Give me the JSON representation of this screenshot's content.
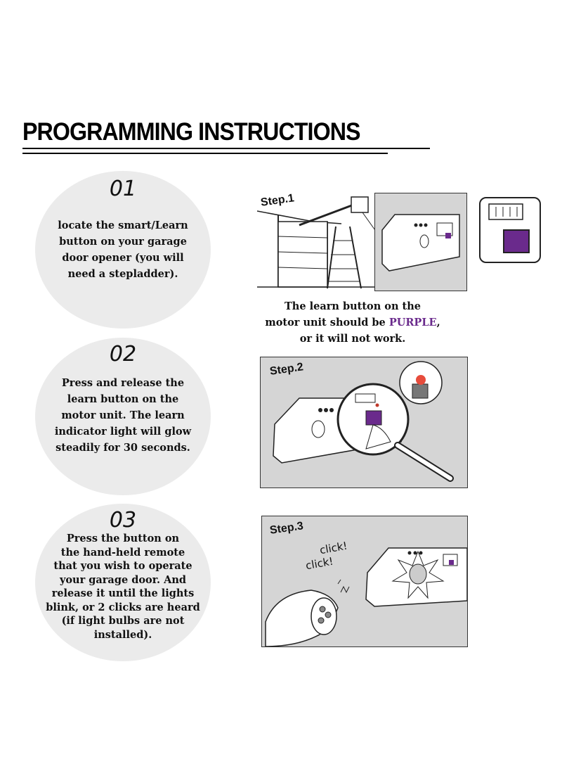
{
  "header": {
    "title": "PROGRAMMING INSTRUCTIONS"
  },
  "steps": [
    {
      "number": "01",
      "lines": [
        "locate the smart/Learn",
        "button on your garage",
        "door opener (you will",
        "need a stepladder)."
      ],
      "label": "Step.1"
    },
    {
      "number": "02",
      "lines": [
        "Press and release the",
        "learn button on the",
        "motor unit. The learn",
        "indicator light will glow",
        "steadily for 30 seconds."
      ],
      "label": "Step.2"
    },
    {
      "number": "03",
      "lines": [
        "Press the button on",
        "the hand-held remote",
        "that you wish to operate",
        "your garage door. And",
        "release it until the lights",
        "blink, or 2 clicks are heard",
        "(if light bulbs are not",
        "installed)."
      ],
      "label": "Step.3"
    }
  ],
  "caption": {
    "line1": "The learn button on the",
    "line2_before": "motor unit should be ",
    "line2_highlight": "PURPLE",
    "line2_after": ",",
    "line3": "or it will not work."
  },
  "step3_sounds": {
    "click1": "click!",
    "click2": "click!"
  },
  "colors": {
    "learn_button": "#6a2a8c",
    "circle_bg": "#ebebeb",
    "panel_bg": "#d5d5d5"
  }
}
